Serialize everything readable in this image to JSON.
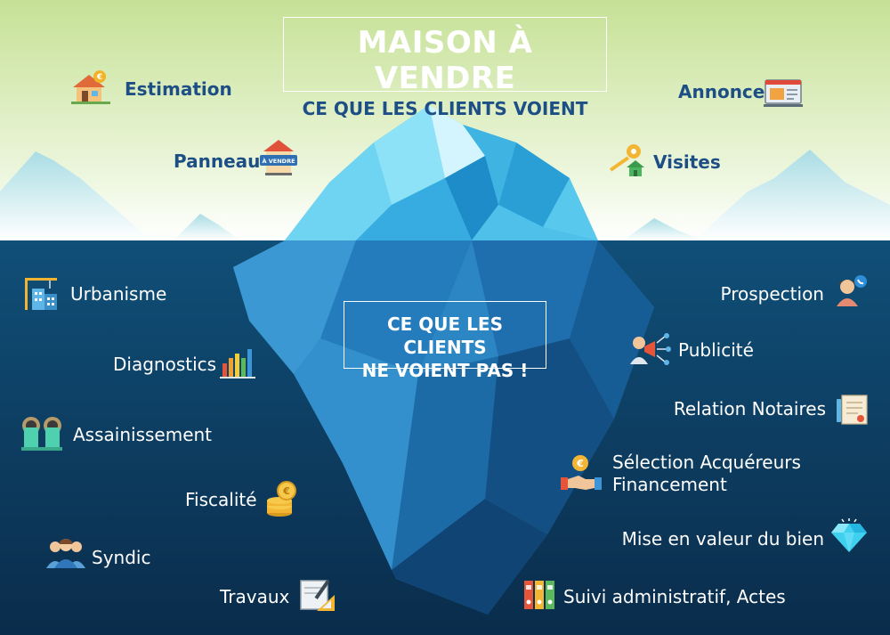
{
  "title": {
    "main": "MAISON À VENDRE",
    "sub": "CE QUE LES CLIENTS VOIENT"
  },
  "hidden": {
    "line1": "CE QUE LES CLIENTS",
    "line2": "NE VOIENT PAS !"
  },
  "visible_items": {
    "estimation": "Estimation",
    "panneau": "Panneau",
    "panneau_sign": "À VENDRE",
    "annonce": "Annonce",
    "visites": "Visites"
  },
  "hidden_items": {
    "urbanisme": "Urbanisme",
    "diagnostics": "Diagnostics",
    "assainissement": "Assainissement",
    "fiscalite": "Fiscalité",
    "syndic": "Syndic",
    "travaux": "Travaux",
    "prospection": "Prospection",
    "publicite": "Publicité",
    "relation_notaires": "Relation Notaires",
    "selection_line1": "Sélection Acquéreurs",
    "selection_line2": "Financement",
    "mise_en_valeur": "Mise en valeur du bien",
    "suivi": "Suivi administratif, Actes"
  },
  "currency_symbol": "€",
  "colors": {
    "sky_top": "#c9e39a",
    "sky_bottom": "#ffffff",
    "sea_top": "#0f4c74",
    "sea_bottom": "#0a2d4d",
    "title_blue": "#1d4f86",
    "ice_light": "#5fd0f0",
    "ice_dark": "#1e6fa8"
  }
}
